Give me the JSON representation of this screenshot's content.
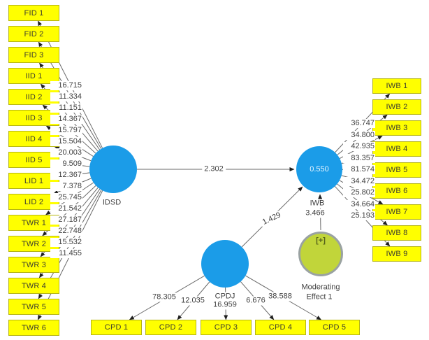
{
  "diagram": {
    "constructs": {
      "idsd": {
        "label": "IDSD"
      },
      "iwb": {
        "label": "IWB",
        "value": "0.550"
      },
      "cpdj": {
        "label": "CPDJ"
      },
      "moderator": {
        "symbol": "[+]",
        "label_line1": "Moderating",
        "label_line2": "Effect 1"
      }
    },
    "paths": [
      {
        "from": "IDSD",
        "to": "IWB",
        "value": "2.302"
      },
      {
        "from": "CPDJ",
        "to": "IWB",
        "value": "1.429"
      },
      {
        "from": "Moderating Effect 1",
        "to": "IWB",
        "value": "3.466"
      }
    ],
    "left_indicators": [
      {
        "label": "FID 1",
        "value": "16.715"
      },
      {
        "label": "FID 2",
        "value": "11.334"
      },
      {
        "label": "FID 3",
        "value": "11.151"
      },
      {
        "label": "IID 1",
        "value": "14.367"
      },
      {
        "label": "IID 2",
        "value": "15.797"
      },
      {
        "label": "IID 3",
        "value": "15.504"
      },
      {
        "label": "IID 4",
        "value": "20.003"
      },
      {
        "label": "IID 5",
        "value": "9.509"
      },
      {
        "label": "LID 1",
        "value": "12.367"
      },
      {
        "label": "LID 2",
        "value": "7.378"
      },
      {
        "label": "TWR 1",
        "value": "25.745"
      },
      {
        "label": "TWR 2",
        "value": "21.542"
      },
      {
        "label": "TWR 3",
        "value": "27.187"
      },
      {
        "label": "TWR 4",
        "value": "22.748"
      },
      {
        "label": "TWR 5",
        "value": "15.532"
      },
      {
        "label": "TWR 6",
        "value": "11.455"
      }
    ],
    "right_indicators": [
      {
        "label": "IWB 1",
        "value": "36.747"
      },
      {
        "label": "IWB 2",
        "value": "34.800"
      },
      {
        "label": "IWB 3",
        "value": "42.935"
      },
      {
        "label": "IWB 4",
        "value": "83.357"
      },
      {
        "label": "IWB 5",
        "value": "81.574"
      },
      {
        "label": "IWB 6",
        "value": "34.472"
      },
      {
        "label": "IWB 7",
        "value": "25.802"
      },
      {
        "label": "IWB 8",
        "value": "34.664"
      },
      {
        "label": "IWB 9",
        "value": "25.193"
      }
    ],
    "bottom_indicators": [
      {
        "label": "CPD 1",
        "value": "78.305"
      },
      {
        "label": "CPD 2",
        "value": "12.035"
      },
      {
        "label": "CPD 3",
        "value": "16.959"
      },
      {
        "label": "CPD 4",
        "value": "6.676"
      },
      {
        "label": "CPD 5",
        "value": "38.588"
      }
    ],
    "colors": {
      "construct_fill": "#1b9ce8",
      "indicator_fill": "#ffff00",
      "indicator_border": "#b5b513",
      "moderator_fill": "#c1d53a",
      "moderator_border": "#9aa2a2",
      "connector": "#6a6a6a"
    }
  }
}
